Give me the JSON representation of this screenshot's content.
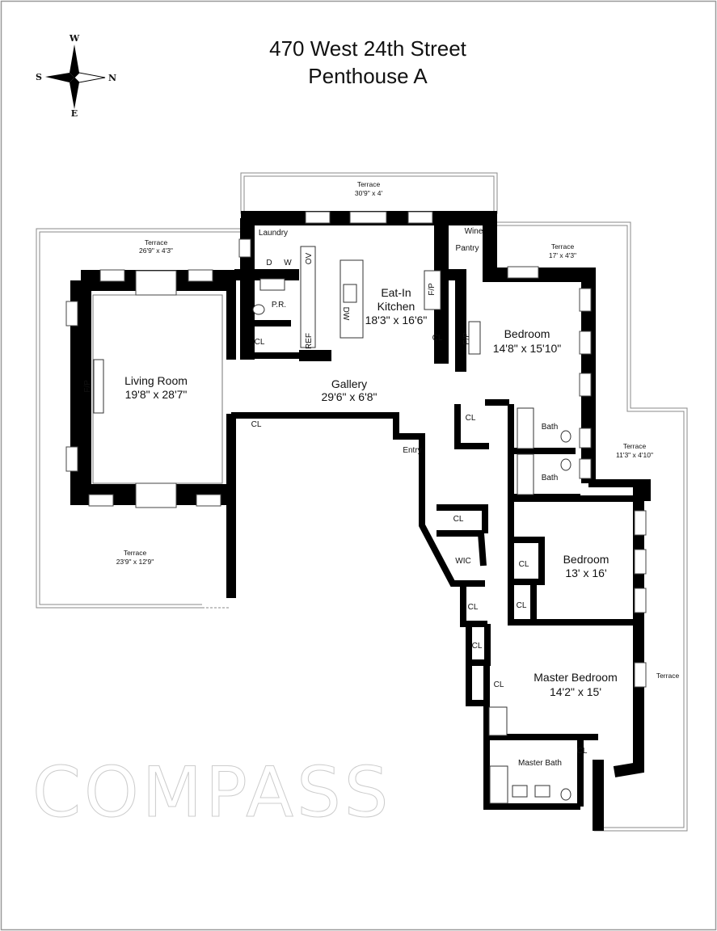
{
  "title": {
    "line1": "470 West 24th Street",
    "line2": "Penthouse A"
  },
  "watermark": "COMPASS",
  "compass": {
    "north": "N",
    "south": "S",
    "east": "E",
    "west": "W"
  },
  "rooms": {
    "terrace_top": {
      "name": "Terrace",
      "dims": "30'9\" x 4'"
    },
    "terrace_living_top": {
      "name": "Terrace",
      "dims": "26'9\" x 4'3\""
    },
    "terrace_living_bottom": {
      "name": "Terrace",
      "dims": "23'9\" x 12'9\""
    },
    "terrace_bedroom": {
      "name": "Terrace",
      "dims": "17' x 4'3\""
    },
    "terrace_right": {
      "name": "Terrace",
      "dims": "11'3\" x 4'10\""
    },
    "terrace_master": {
      "name": "Terrace"
    },
    "laundry": "Laundry",
    "dryer": "D",
    "washer": "W",
    "oven": "OV",
    "powder_room": "P.R.",
    "refrigerator": "REF",
    "dishwasher": "DW",
    "kitchen": {
      "name1": "Eat-In",
      "name2": "Kitchen",
      "dims": "18'3\" x 16'6\""
    },
    "wine": "Wine",
    "pantry": "Pantry",
    "fireplace": "F/P",
    "bedroom1": {
      "name": "Bedroom",
      "dims": "14'8\" x 15'10\""
    },
    "living": {
      "name": "Living Room",
      "dims": "19'8\" x 28'7\""
    },
    "gallery": {
      "name": "Gallery",
      "dims": "29'6\" x 6'8\""
    },
    "entry": "Entry",
    "closet": "CL",
    "bath": "Bath",
    "wic": "WIC",
    "bedroom2": {
      "name": "Bedroom",
      "dims": "13' x 16'"
    },
    "master": {
      "name": "Master Bedroom",
      "dims": "14'2\" x 15'"
    },
    "master_bath": "Master Bath"
  }
}
